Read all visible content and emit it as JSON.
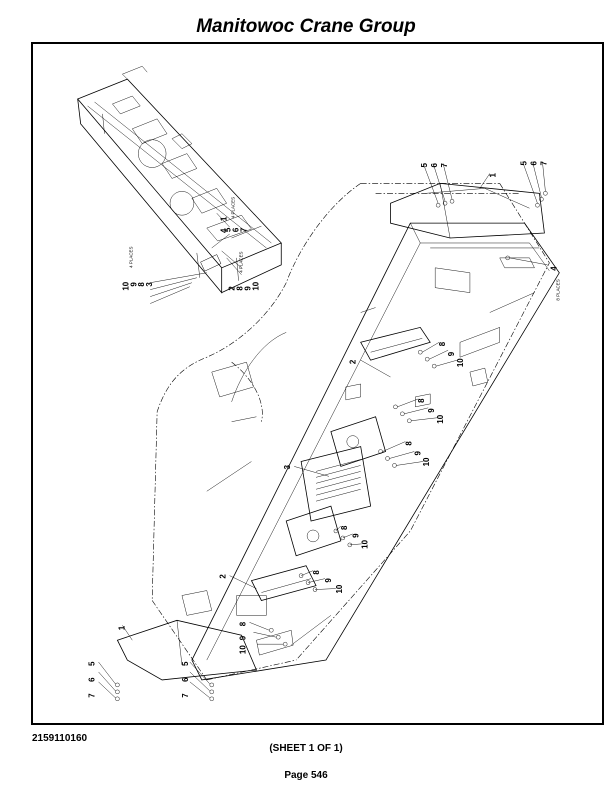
{
  "header": {
    "title": "Manitowoc Crane Group"
  },
  "footer": {
    "document_number": "2159110160",
    "sheet": "(SHEET 1 OF 1)",
    "page": "Page 546"
  },
  "diagram": {
    "inset_callouts": [
      "1",
      "4",
      "5",
      "6",
      "7",
      "10",
      "9",
      "8",
      "3",
      "2",
      "8",
      "9",
      "10"
    ],
    "inset_notes": [
      "4 PLACES",
      "4 PLACES",
      "4 PLACES"
    ],
    "main_callouts": [
      "5",
      "6",
      "7",
      "1",
      "5",
      "6",
      "7",
      "4",
      "2",
      "8",
      "9",
      "10",
      "8",
      "9",
      "10",
      "8",
      "9",
      "10",
      "3",
      "8",
      "9",
      "10",
      "2",
      "8",
      "9",
      "10",
      "8",
      "9",
      "10",
      "1",
      "5",
      "6",
      "7",
      "5",
      "6",
      "7"
    ],
    "main_notes": [
      "8 PLACES"
    ]
  }
}
